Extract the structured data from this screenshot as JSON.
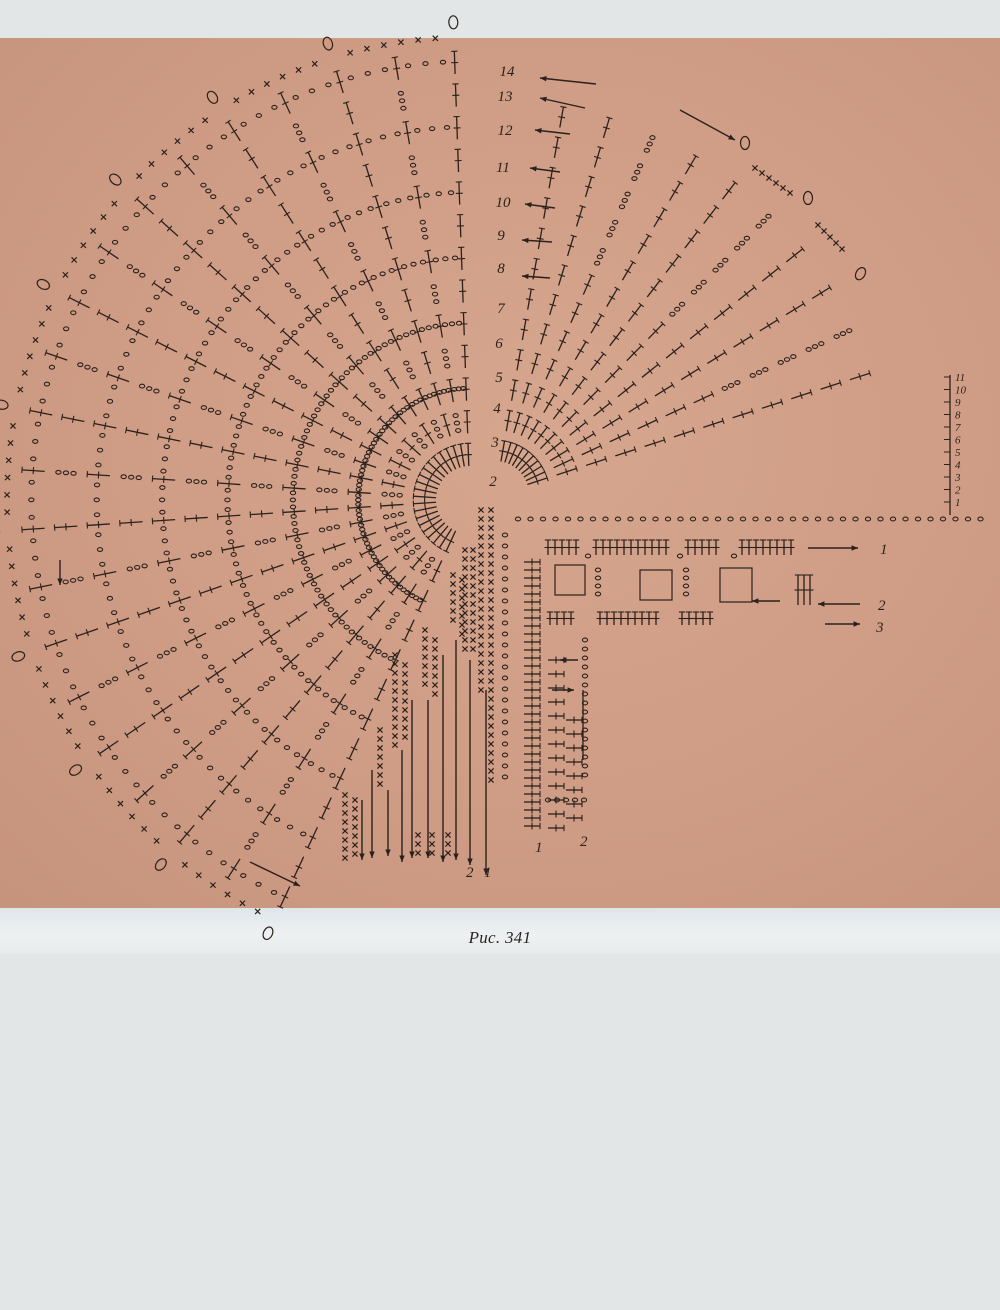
{
  "caption": "Рис. 341",
  "diagram": {
    "left_motif": {
      "row_numbers": [
        "14",
        "13",
        "12",
        "11",
        "10",
        "9",
        "8",
        "7",
        "6",
        "5",
        "4",
        "3",
        "2"
      ]
    },
    "right_strip": {
      "row_labels": [
        "1",
        "2",
        "3"
      ],
      "column_labels": [
        "1",
        "2"
      ]
    },
    "center_column": {
      "column_labels": [
        "2",
        "1"
      ]
    },
    "edge_scale": {
      "labels": [
        "11",
        "10",
        "9",
        "8",
        "7",
        "6",
        "5",
        "4",
        "3",
        "2",
        "1"
      ]
    }
  },
  "colors": {
    "paper": "#cf9c85",
    "ink": "#2b211c",
    "background": "#e3e6e6"
  }
}
